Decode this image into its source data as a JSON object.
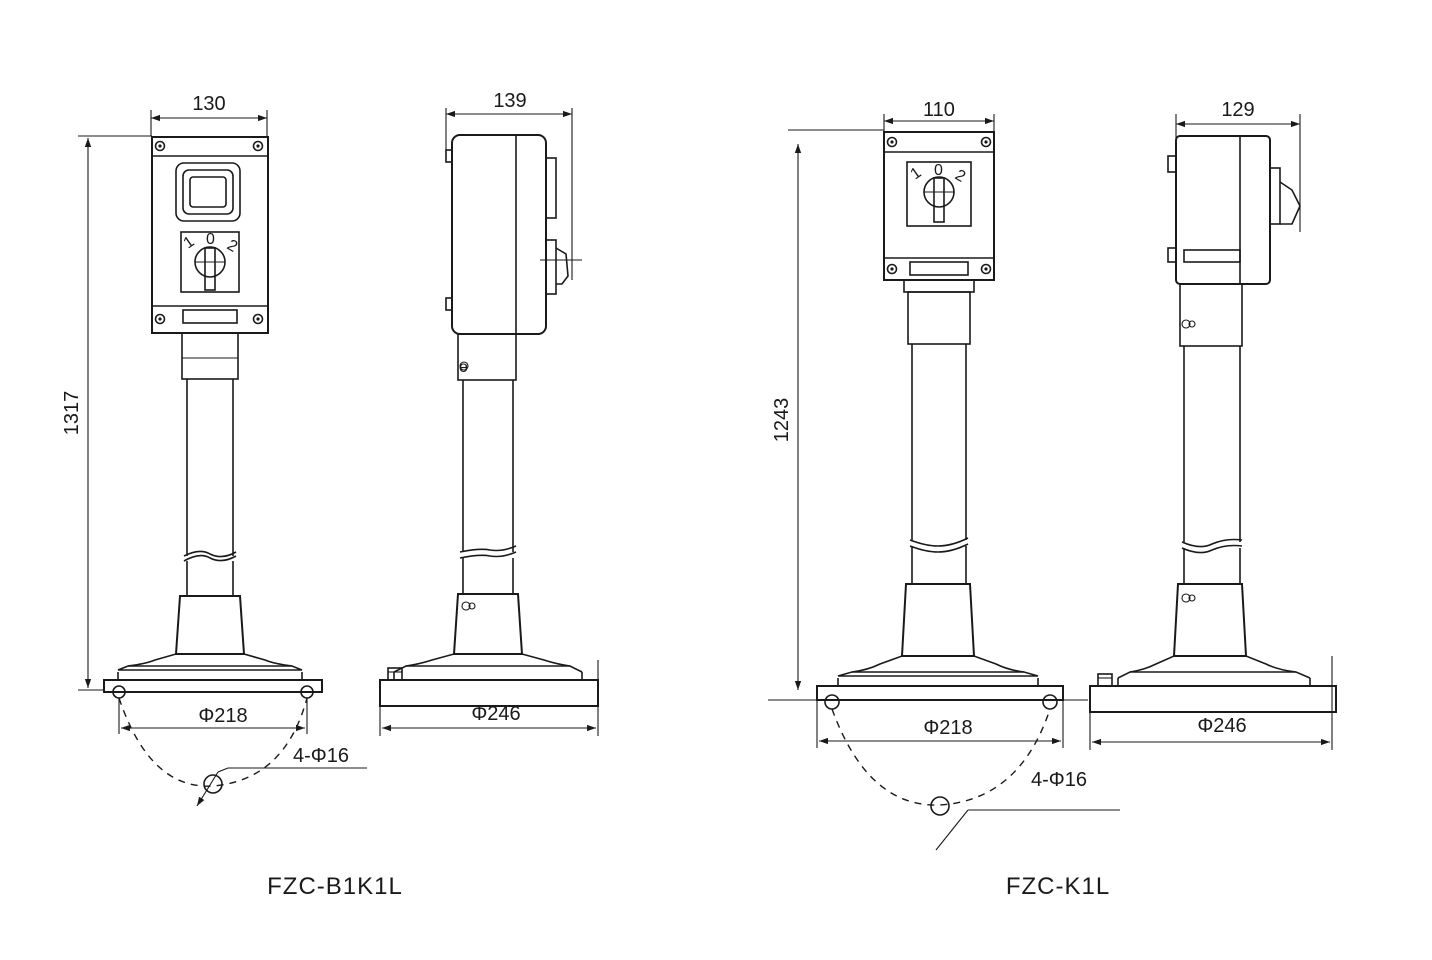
{
  "models": [
    {
      "name": "FZC-B1K1L",
      "front_width": "130",
      "side_depth": "139",
      "height": "1317",
      "base_front": "Φ218",
      "base_side": "Φ246",
      "holes": "4-Φ16",
      "switch_labels": [
        "1",
        "0",
        "2"
      ]
    },
    {
      "name": "FZC-K1L",
      "front_width": "110",
      "side_depth": "129",
      "height": "1243",
      "base_front": "Φ218",
      "base_side": "Φ246",
      "holes": "4-Φ16",
      "switch_labels": [
        "1",
        "0",
        "2"
      ]
    }
  ]
}
